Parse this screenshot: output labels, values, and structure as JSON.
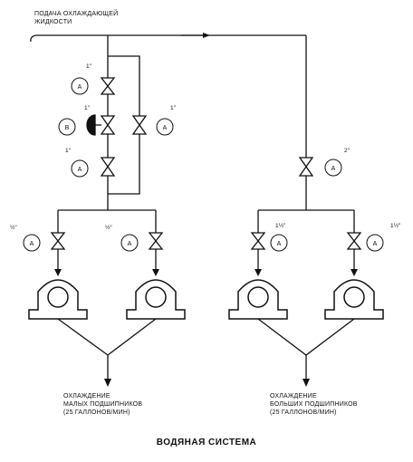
{
  "inlet_label": [
    "ПОДАЧА ОХЛАЖДАЮЩЕЙ",
    "ЖИДКОСТИ"
  ],
  "sizes": {
    "bypass_top": "1\"",
    "bypass_mid": "1\"",
    "bypass_right": "1\"",
    "bypass_bottom": "1\"",
    "big_main": "2\"",
    "small_left": "½\"",
    "small_right": "½\"",
    "big_left": "1½\"",
    "big_right": "1½\""
  },
  "valve_tags": {
    "a": "A",
    "b": "B"
  },
  "outlet_small": [
    "ОХЛАЖДЕНИЕ",
    "МАЛЫХ ПОДШИПНИКОВ",
    "(25 ГАЛЛОНОВ/МИН)"
  ],
  "outlet_big": [
    "ОХЛАЖДЕНИЕ",
    "БОЛЬШИХ ПОДШИПНИКОВ",
    "(25 ГАЛЛОНОВ/МИН)"
  ],
  "title": "ВОДЯНАЯ СИСТЕМА"
}
